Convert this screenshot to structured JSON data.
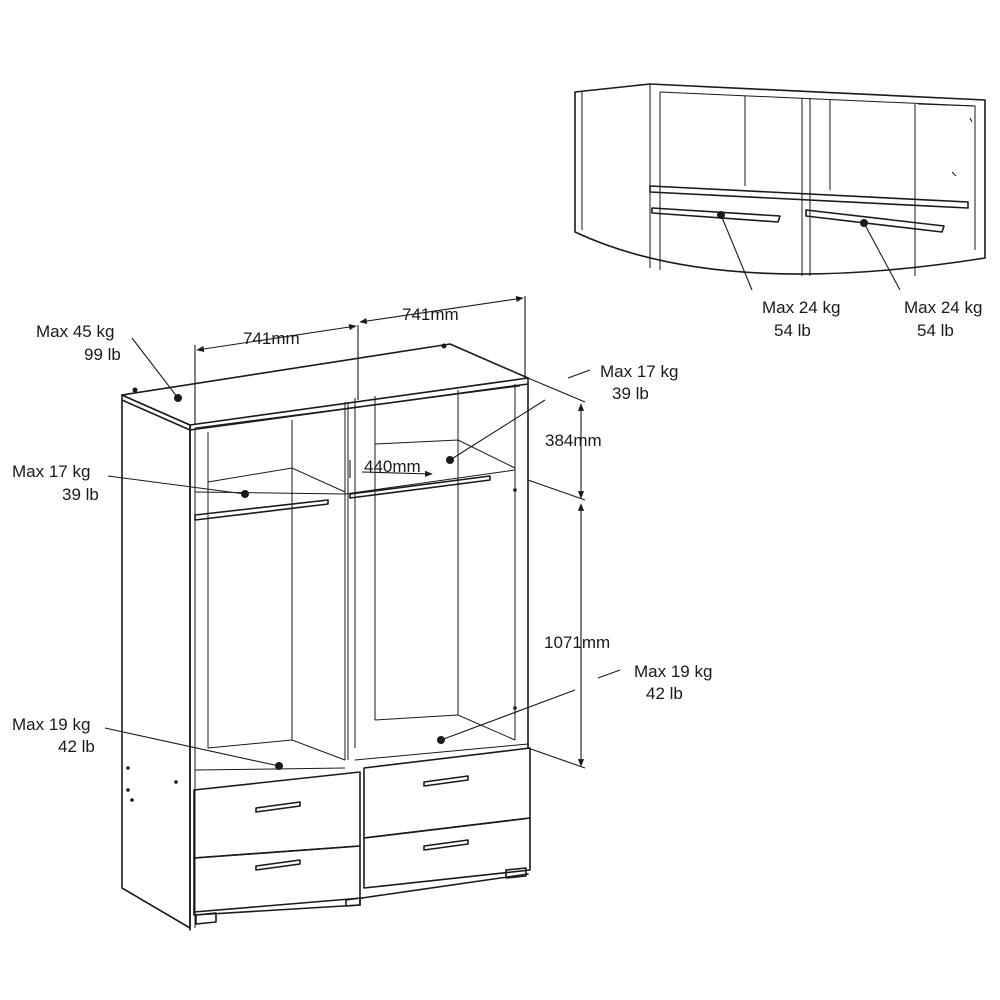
{
  "dimensions": {
    "width_left": "741mm",
    "width_right": "741mm",
    "shelf_depth": "440mm",
    "top_height": "384mm",
    "hanging_height": "1071mm"
  },
  "loads": {
    "top": {
      "kg": "Max 45 kg",
      "lb": "99 lb"
    },
    "left_shelf": {
      "kg": "Max 17 kg",
      "lb": "39 lb"
    },
    "right_shelf": {
      "kg": "Max 17 kg",
      "lb": "39 lb"
    },
    "left_bottom": {
      "kg": "Max 19 kg",
      "lb": "42 lb"
    },
    "right_bottom": {
      "kg": "Max 19 kg",
      "lb": "42 lb"
    },
    "rail_left": {
      "kg": "Max 24 kg",
      "lb": "54 lb"
    },
    "rail_right": {
      "kg": "Max 24 kg",
      "lb": "54 lb"
    }
  }
}
